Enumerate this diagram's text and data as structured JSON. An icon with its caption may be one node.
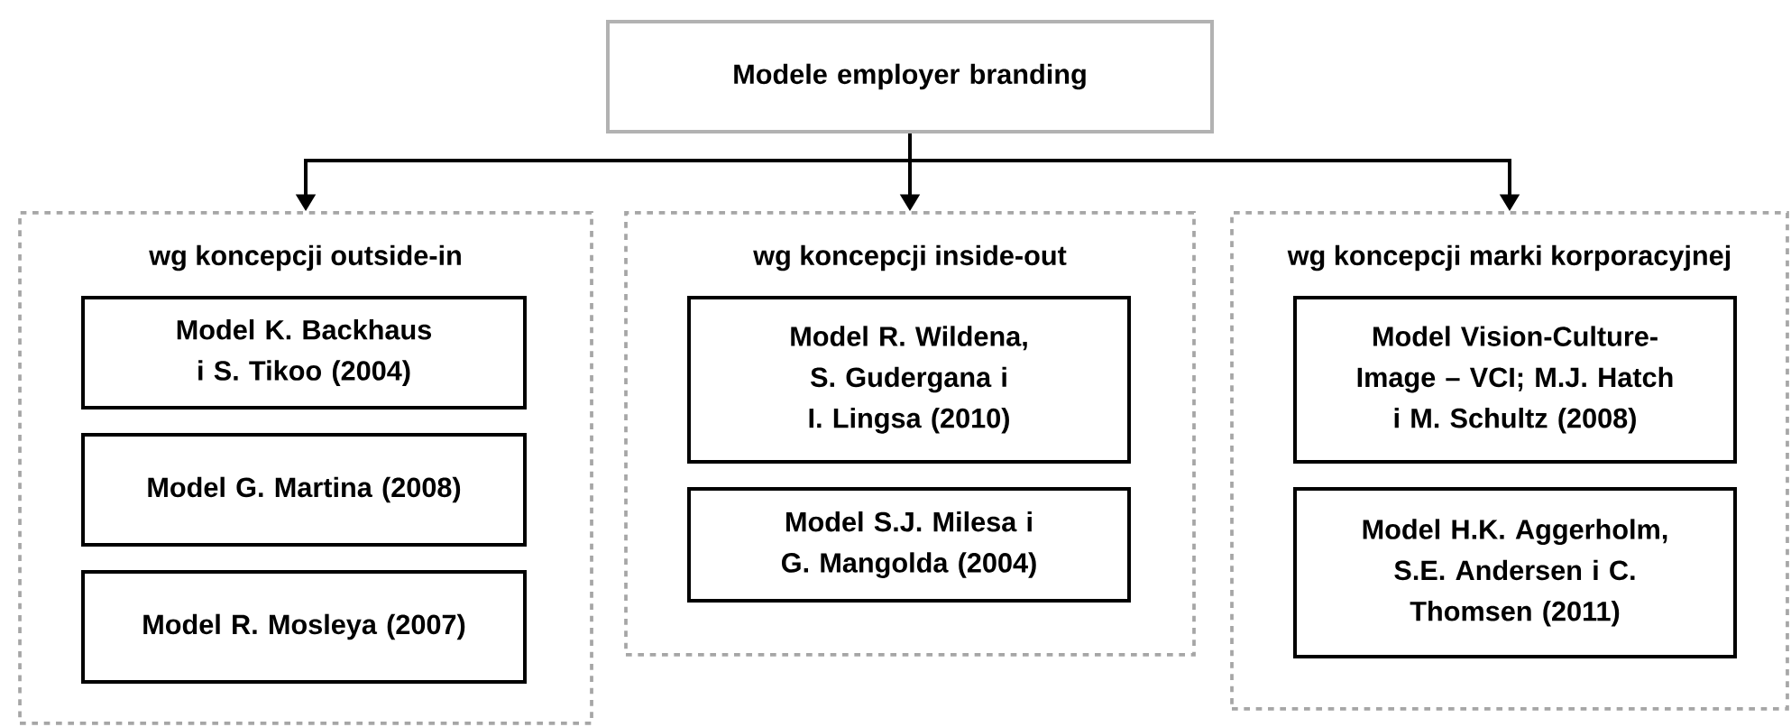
{
  "diagram": {
    "nodes": [
      {
        "text": [
          "Modele employer branding"
        ]
      },
      {
        "text": [
          "wg koncepcji outside-in"
        ]
      },
      {
        "text": [
          "Model K. Backhaus i S. Tikoo (2004)"
        ],
        "in": 1
      },
      {
        "text": [
          "Model G. Martina (2008)"
        ],
        "in": 1
      },
      {
        "text": [
          "Model R. Mosleya (2007)"
        ],
        "in": 1
      },
      {
        "text": [
          "wg koncepcji inside-out"
        ]
      },
      {
        "text": [
          "Model R. Wildena, S. Gudergana i I. Lingsa (2010)"
        ],
        "in": 5
      },
      {
        "text": [
          "Model S.J. Milesa i G. Mangolda (2004)"
        ],
        "in": 5
      },
      {
        "text": [
          "wg koncepcji marki korporacyjnej"
        ]
      },
      {
        "text": [
          "Model Vision-Culture-Image – VCI; M.J. Hatch i M. Schultz (2008)"
        ],
        "in": 8
      },
      {
        "text": [
          "Model H.K. Aggerholm, S.E. Andersen i C. Thomsen (2011)"
        ],
        "in": 8
      }
    ],
    "edges": [
      {
        "from": 0,
        "to": 1,
        "arrow": "to"
      },
      {
        "from": 0,
        "to": 5,
        "arrow": "to"
      },
      {
        "from": 0,
        "to": 8,
        "arrow": "to"
      }
    ]
  }
}
